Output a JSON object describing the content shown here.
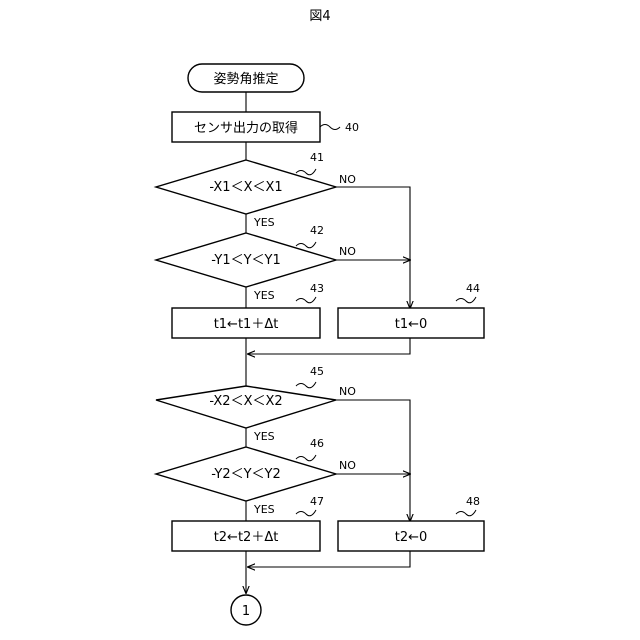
{
  "figure": {
    "title": "図4"
  },
  "start": {
    "label": "姿勢角推定"
  },
  "step40": {
    "label": "センサ出力の取得",
    "ref": "40"
  },
  "decision41": {
    "label": "-X1＜X＜X1",
    "ref": "41",
    "yes": "YES",
    "no": "NO"
  },
  "decision42": {
    "label": "-Y1＜Y＜Y1",
    "ref": "42",
    "yes": "YES",
    "no": "NO"
  },
  "step43": {
    "label": "t1←t1＋Δt",
    "ref": "43"
  },
  "step44": {
    "label": "t1←0",
    "ref": "44"
  },
  "decision45": {
    "label": "-X2＜X＜X2",
    "ref": "45",
    "yes": "YES",
    "no": "NO"
  },
  "decision46": {
    "label": "-Y2＜Y＜Y2",
    "ref": "46",
    "yes": "YES",
    "no": "NO"
  },
  "step47": {
    "label": "t2←t2＋Δt",
    "ref": "47"
  },
  "step48": {
    "label": "t2←0",
    "ref": "48"
  },
  "connector": {
    "label": "1"
  }
}
